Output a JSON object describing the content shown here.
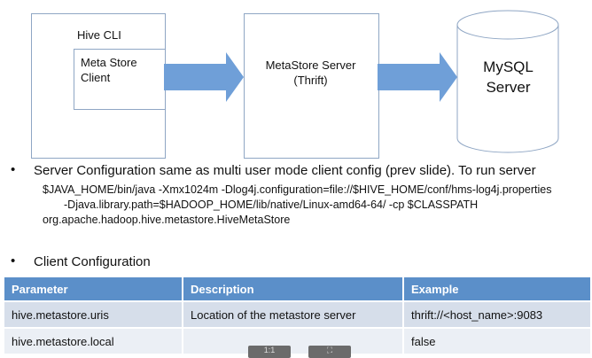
{
  "diagram": {
    "hive_cli": "Hive CLI",
    "client_line1": "Meta Store",
    "client_line2": "Client",
    "server_line1": "MetaStore Server",
    "server_line2": "(Thrift)",
    "db_line1": "MySQL",
    "db_line2": "Server",
    "arrow_color": "#6f9fd8"
  },
  "bullets": [
    {
      "text": "Server Configuration same as multi user mode client config (prev slide). To run server",
      "code": [
        "$JAVA_HOME/bin/java -Xmx1024m -Dlog4j.configuration=file://$HIVE_HOME/conf/hms-log4j.properties",
        "-Djava.library.path=$HADOOP_HOME/lib/native/Linux-amd64-64/ -cp $CLASSPATH",
        "org.apache.hadoop.hive.metastore.HiveMetaStore"
      ]
    },
    {
      "text": "Client Configuration"
    }
  ],
  "table": {
    "headers": [
      "Parameter",
      "Description",
      "Example"
    ],
    "rows": [
      [
        "hive.metastore.uris",
        "Location of the metastore server",
        "thrift://<host_name>:9083"
      ],
      [
        "hive.metastore.local",
        "",
        "false"
      ]
    ],
    "header_color": "#5b8fc9"
  },
  "controls": {
    "zoom_label": "1:1",
    "fullscreen_icon": "fullscreen-icon"
  }
}
